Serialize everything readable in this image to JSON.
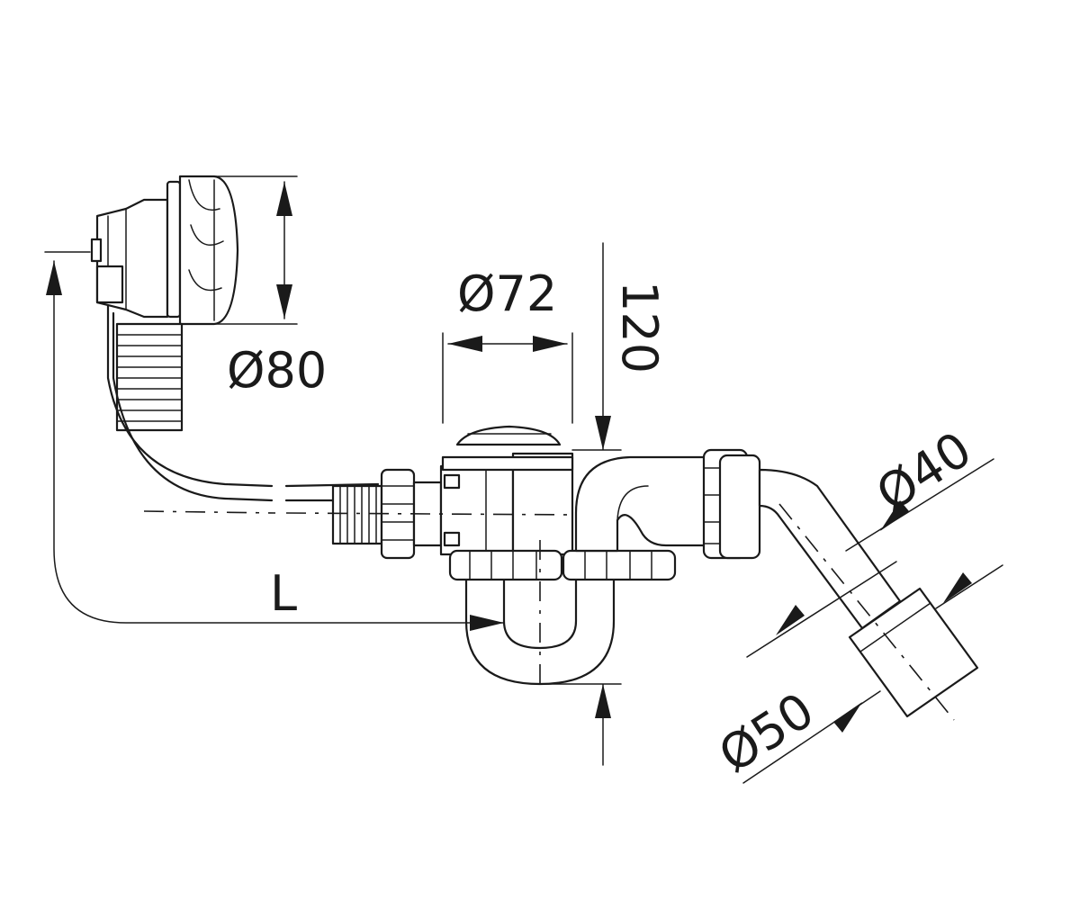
{
  "diagram": {
    "labels": {
      "d80": "Ø80",
      "d72": "Ø72",
      "h120": "120",
      "d40": "Ø40",
      "d50": "Ø50",
      "length": "L"
    },
    "colors": {
      "line": "#1a1a1a",
      "background": "#ffffff"
    }
  }
}
